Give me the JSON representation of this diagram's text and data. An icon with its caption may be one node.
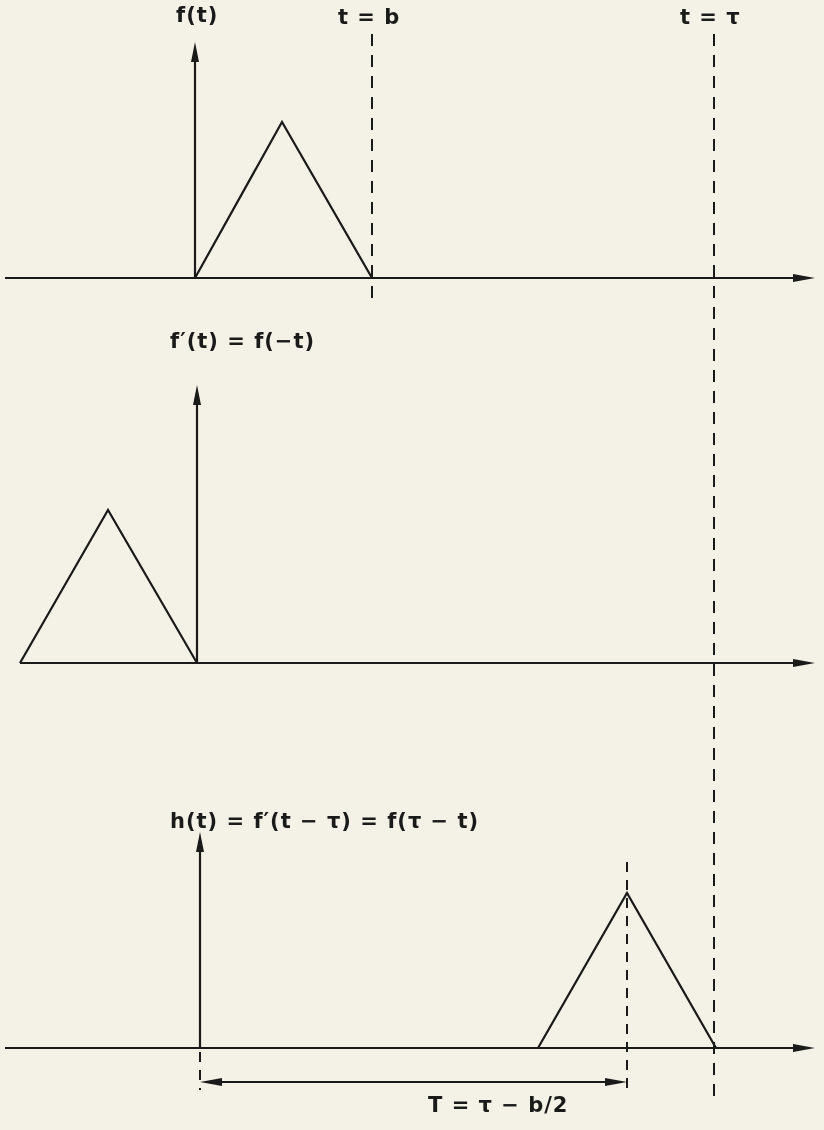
{
  "diagram": {
    "labels": [
      "f(t)",
      "t = b",
      "t = τ",
      "f′(t) = f(−t)",
      "h(t) = f′(t − τ) = f(τ − t)",
      "T = τ − b/2"
    ]
  }
}
